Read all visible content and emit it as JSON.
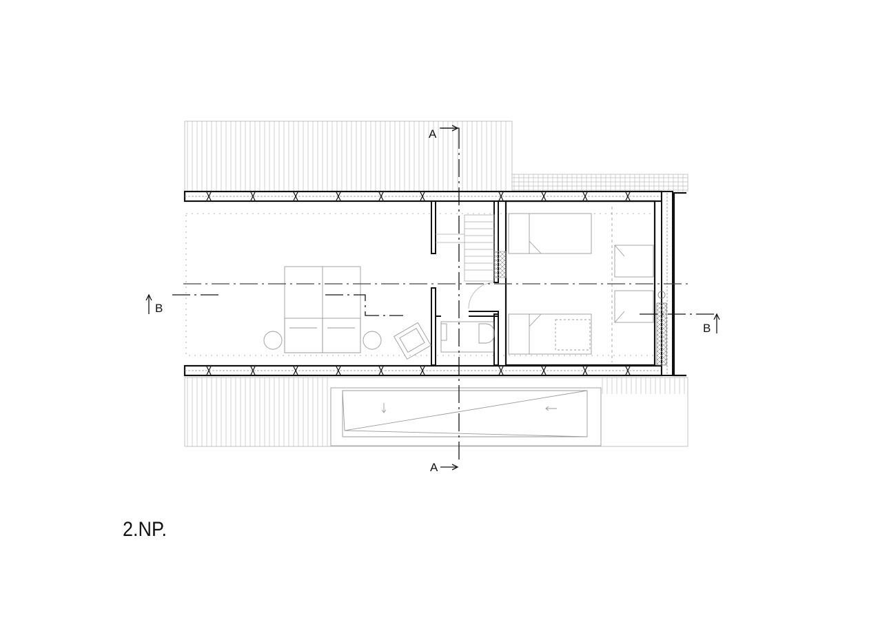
{
  "drawing": {
    "floor_label": "2.NP.",
    "section_a_top": "A",
    "section_a_bottom": "A",
    "section_b_left": "B",
    "section_b_right": "B"
  },
  "colors": {
    "ink": "#111111",
    "hatch": "#b4b4b4",
    "furniture": "#9a9a9a"
  }
}
